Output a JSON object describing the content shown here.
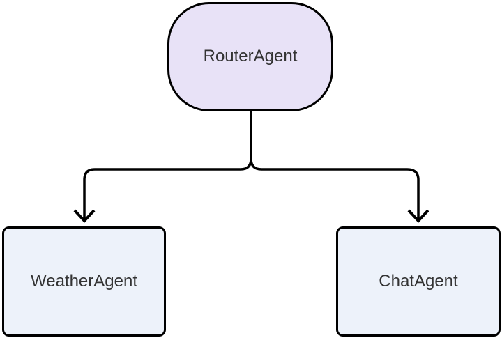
{
  "diagram": {
    "type": "flowchart",
    "direction": "top-down",
    "colors": {
      "background": "#ffffff",
      "edge_stroke": "#000000",
      "node_border": "#000000",
      "text": "#333333",
      "router_fill": "#e8e2f7",
      "child_fill": "#edf2fa"
    },
    "nodes": {
      "router": {
        "label": "RouterAgent",
        "shape": "rounded-stadium"
      },
      "weather": {
        "label": "WeatherAgent",
        "shape": "rounded-rect"
      },
      "chat": {
        "label": "ChatAgent",
        "shape": "rounded-rect"
      }
    },
    "edges": [
      {
        "from": "RouterAgent",
        "to": "WeatherAgent",
        "arrow": "chevron-down"
      },
      {
        "from": "RouterAgent",
        "to": "ChatAgent",
        "arrow": "chevron-down"
      }
    ]
  }
}
